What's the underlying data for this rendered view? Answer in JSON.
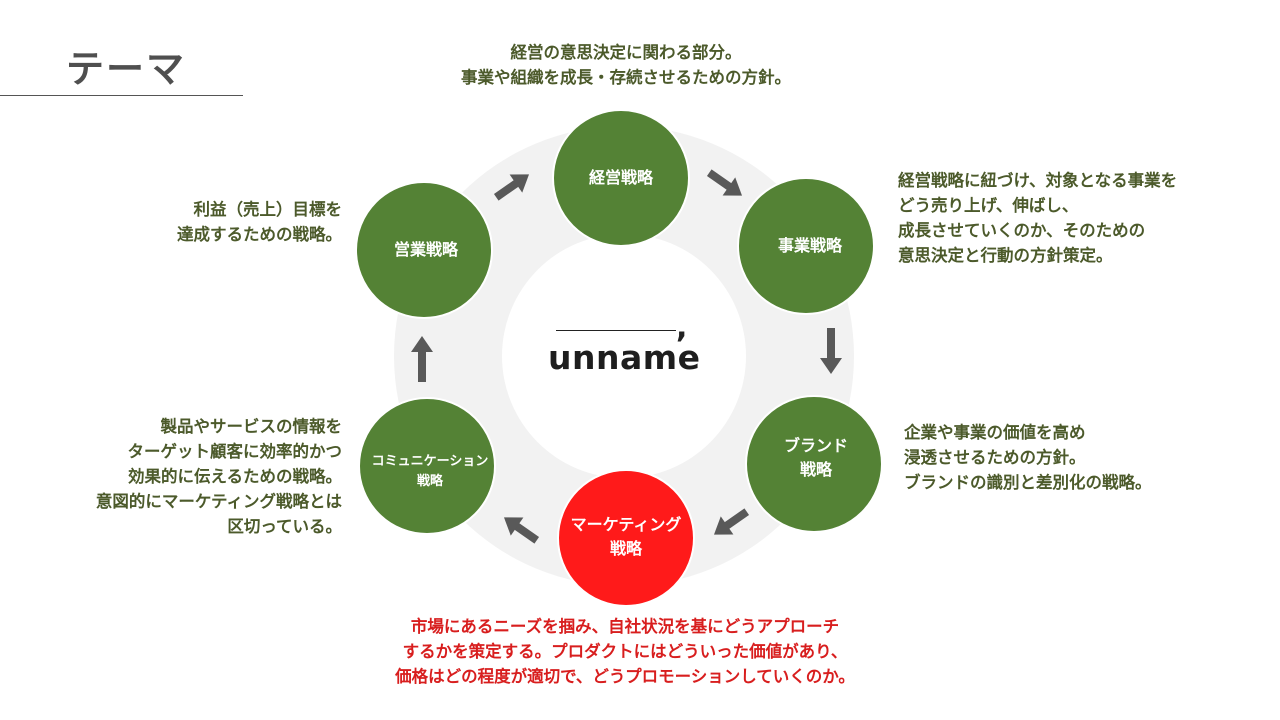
{
  "page": {
    "title": "テーマ"
  },
  "logo": {
    "wordmark": "unname"
  },
  "nodes": [
    {
      "id": "keiei",
      "label": [
        "経営戦略"
      ],
      "color": "#548235"
    },
    {
      "id": "jigyo",
      "label": [
        "事業戦略"
      ],
      "color": "#548235"
    },
    {
      "id": "brand",
      "label": [
        "ブランド",
        "戦略"
      ],
      "color": "#548235"
    },
    {
      "id": "marketing",
      "label": [
        "マーケティング",
        "戦略"
      ],
      "color": "#ff1a1a"
    },
    {
      "id": "communication",
      "label": [
        "コミュニケーション",
        "戦略"
      ],
      "color": "#548235"
    },
    {
      "id": "eigyo",
      "label": [
        "営業戦略"
      ],
      "color": "#548235"
    }
  ],
  "descriptions": {
    "keiei": [
      "経営の意思決定に関わる部分。",
      "事業や組織を成長・存続させるための方針。"
    ],
    "jigyo": [
      "経営戦略に紐づけ、対象となる事業を",
      "どう売り上げ、伸ばし、",
      "成長させていくのか、そのための",
      "意思決定と行動の方針策定。"
    ],
    "brand": [
      "企業や事業の価値を高め",
      "浸透させるための方針。",
      "ブランドの識別と差別化の戦略。"
    ],
    "marketing": [
      "市場にあるニーズを掴み、自社状況を基にどうアプローチ",
      "するかを策定する。プロダクトにはどういった価値があり、",
      "価格はどの程度が適切で、どうプロモーションしていくのか。"
    ],
    "communication": [
      "製品やサービスの情報を",
      "ターゲット顧客に効率的かつ",
      "効果的に伝えるための戦略。",
      "意図的にマーケティング戦略とは",
      "区切っている。"
    ],
    "eigyo": [
      "利益（売上）目標を",
      "達成するための戦略。"
    ]
  },
  "colors": {
    "node_green": "#548235",
    "node_red": "#ff1a1a",
    "ring": "#f2f2f2",
    "arrow": "#595959",
    "desc_text": "#4c5a2b",
    "desc_red": "#d81e1e"
  }
}
